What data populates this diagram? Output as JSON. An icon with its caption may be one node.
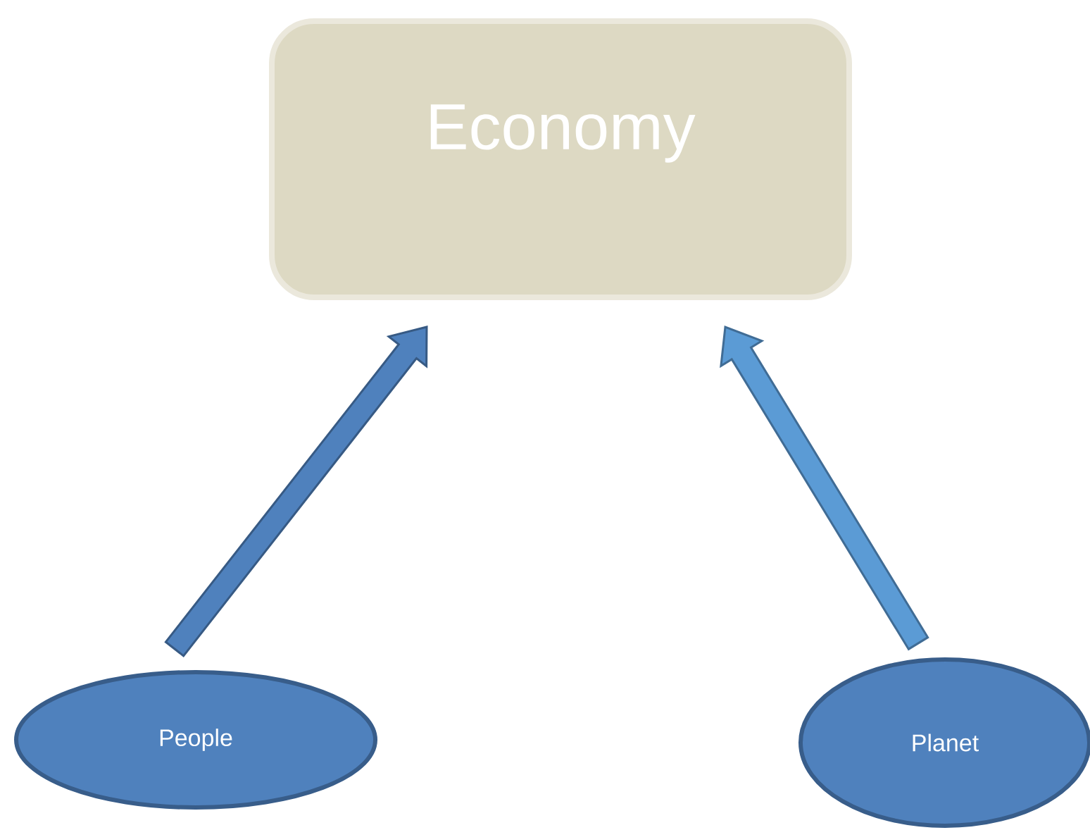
{
  "diagram": {
    "nodes": [
      {
        "text": [
          "Economy"
        ]
      },
      {
        "text": [
          "People"
        ]
      },
      {
        "text": [
          "Planet"
        ]
      }
    ],
    "edges": [
      {
        "from": 1,
        "to": 0,
        "arrow": "to"
      },
      {
        "from": 2,
        "to": 0,
        "arrow": "to",
        "color": "#5b9bd5"
      }
    ]
  }
}
